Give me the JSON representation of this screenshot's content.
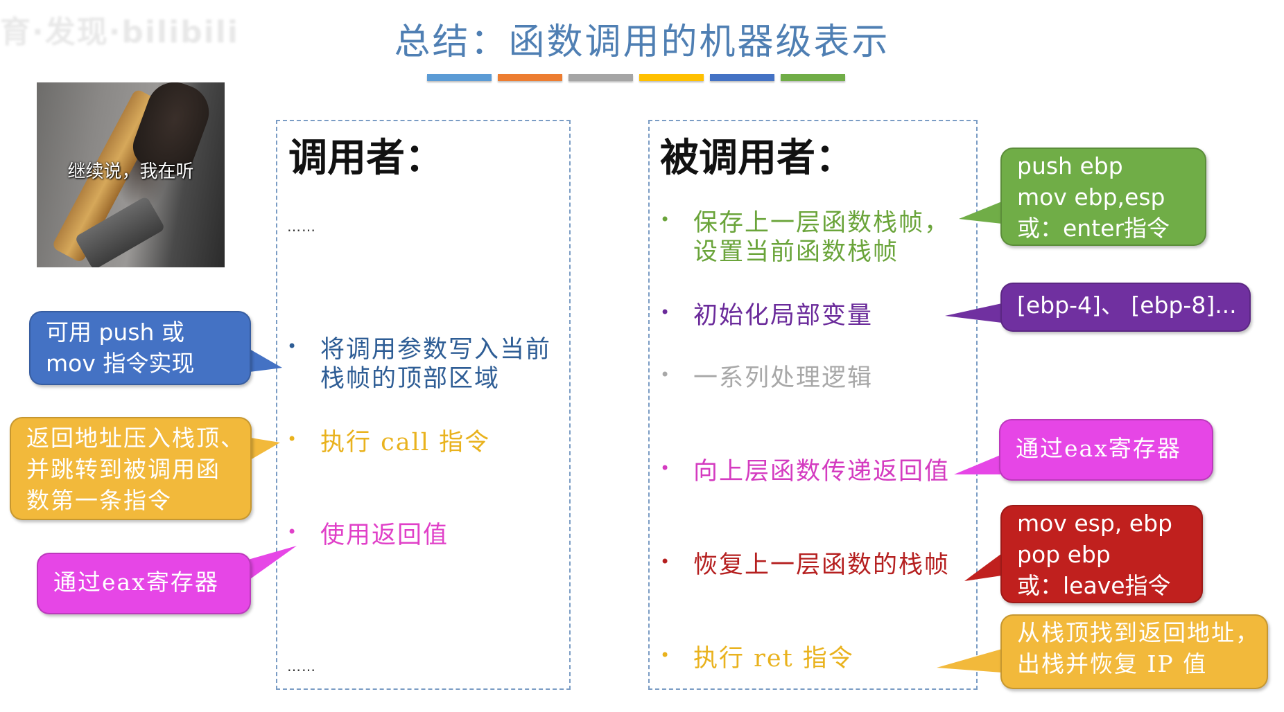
{
  "watermark": "育·发现·bilibili",
  "title": "总结：函数调用的机器级表示",
  "color_bars": [
    "#5b9bd5",
    "#ed7d31",
    "#a5a5a5",
    "#ffc000",
    "#4472c4",
    "#70ad47"
  ],
  "meme": {
    "caption": "继续说，我在听"
  },
  "caller": {
    "title": "调用者：",
    "ellipsis_top": "……",
    "ellipsis_bottom": "……",
    "items": [
      {
        "lines": [
          "将调用参数写入当前",
          "栈帧的顶部区域"
        ],
        "color": "#2e5d95"
      },
      {
        "lines": [
          "执行 call 指令"
        ],
        "color": "#e9b21d"
      },
      {
        "lines": [
          "使用返回值"
        ],
        "color": "#e040c8"
      }
    ]
  },
  "callee": {
    "title": "被调用者：",
    "items": [
      {
        "lines": [
          "保存上一层函数栈帧，",
          "设置当前函数栈帧"
        ],
        "color": "#6aa43a"
      },
      {
        "lines": [
          "初始化局部变量"
        ],
        "color": "#6a2a9a"
      },
      {
        "lines": [
          "一系列处理逻辑"
        ],
        "color": "#a8a8a8"
      },
      {
        "lines": [
          "向上层函数传递返回值"
        ],
        "color": "#d43bc0"
      },
      {
        "lines": [
          "恢复上一层函数的栈帧"
        ],
        "color": "#b51f1f"
      },
      {
        "lines": [
          "执行 ret 指令"
        ],
        "color": "#e9b21d"
      }
    ]
  },
  "callouts": {
    "push_mov": {
      "lines": [
        "可用 push 或",
        "mov 指令实现"
      ],
      "color": "#4472c4"
    },
    "return_addr": {
      "lines": [
        "返回地址压入栈顶、",
        "并跳转到被调用函",
        "数第一条指令"
      ],
      "color": "#f2b93b"
    },
    "eax_left": {
      "lines": [
        "通过eax寄存器"
      ],
      "color": "#e646e6"
    },
    "push_ebp": {
      "lines": [
        "push ebp",
        "mov ebp,esp",
        "或：enter指令"
      ],
      "color": "#70ad47"
    },
    "ebp_offsets": {
      "lines": [
        "[ebp-4]、 [ebp-8]..."
      ],
      "color": "#7030a0"
    },
    "eax_right": {
      "lines": [
        "通过eax寄存器"
      ],
      "color": "#e646e6"
    },
    "mov_esp": {
      "lines": [
        "mov esp, ebp",
        "pop ebp",
        "或：leave指令"
      ],
      "color": "#c0201e"
    },
    "ret_ip": {
      "lines": [
        "从栈顶找到返回地址，",
        "出栈并恢复 IP 值"
      ],
      "color": "#f2b93b"
    }
  }
}
